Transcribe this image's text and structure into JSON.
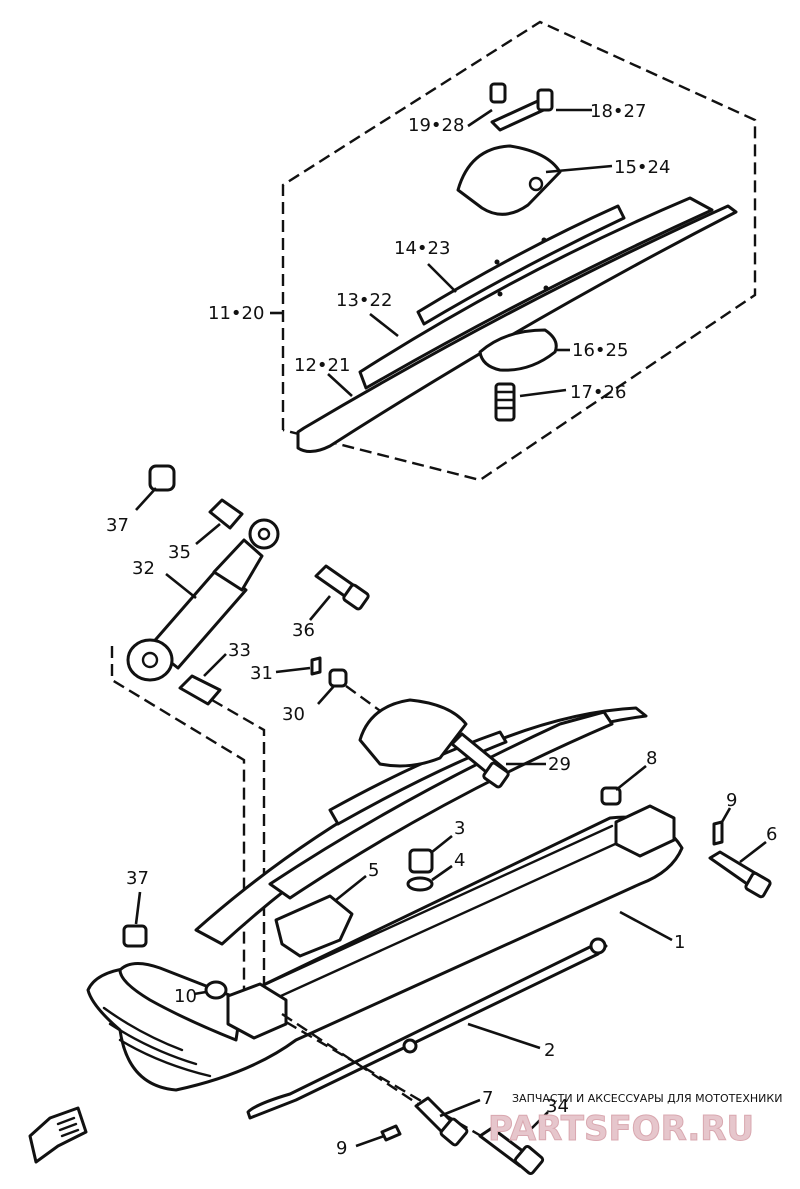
{
  "callouts": {
    "c18_27": "18•27",
    "c19_28": "19•28",
    "c15_24": "15•24",
    "c14_23": "14•23",
    "c13_22": "13•22",
    "c11_20": "11•20",
    "c12_21": "12•21",
    "c16_25": "16•25",
    "c17_26": "17•26",
    "c37a": "37",
    "c35": "35",
    "c32": "32",
    "c36": "36",
    "c33": "33",
    "c31": "31",
    "c30": "30",
    "c29": "29",
    "c8": "8",
    "c9a": "9",
    "c6": "6",
    "c3": "3",
    "c4": "4",
    "c5": "5",
    "c37b": "37",
    "c1": "1",
    "c10": "10",
    "c2": "2",
    "c7": "7",
    "c34": "34",
    "c9b": "9"
  },
  "watermark": {
    "caption": "ЗАПЧАСТИ И АКСЕССУАРЫ ДЛЯ МОТОТЕХНИКИ",
    "logo": "PARTSFOR.RU"
  },
  "icons": {
    "front_arrow": "front-direction-arrow-icon"
  }
}
